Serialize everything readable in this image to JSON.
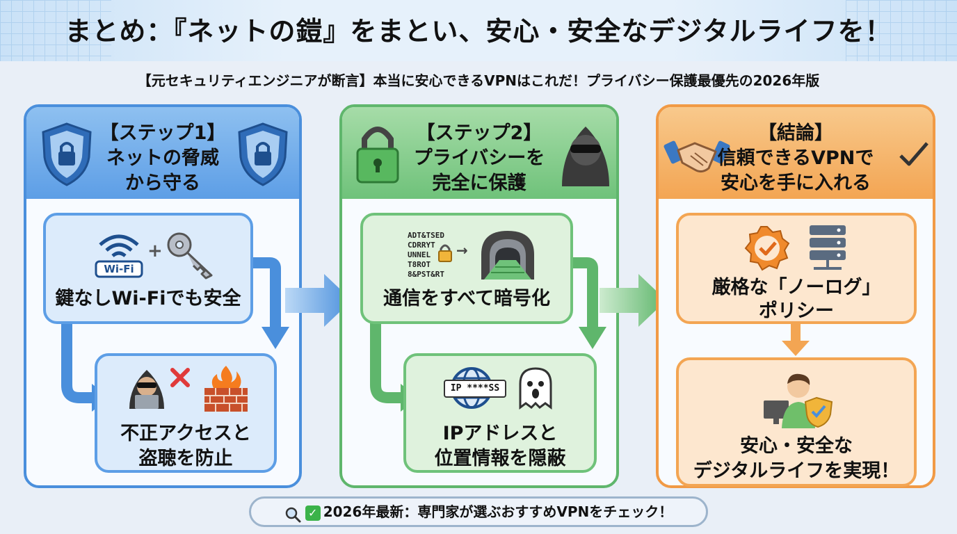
{
  "title": "まとめ：『ネットの鎧』をまとい、安心・安全なデジタルライフを！",
  "subtitle": "【元セキュリティエンジニアが断言】本当に安心できるVPNはこれだ！プライバシー保護最優先の2026年版",
  "steps": [
    {
      "heading_1": "【ステップ1】",
      "heading_2": "ネットの脅威",
      "heading_3": "から守る",
      "cards": [
        {
          "line_1": "鍵なしWi-Fiでも安全",
          "line_2": ""
        },
        {
          "line_1": "不正アクセスと",
          "line_2": "盗聴を防止"
        }
      ],
      "wifi_badge": "Wi-Fi"
    },
    {
      "heading_1": "【ステップ2】",
      "heading_2": "プライバシーを",
      "heading_3": "完全に保護",
      "cards": [
        {
          "line_1": "通信をすべて暗号化",
          "line_2": ""
        },
        {
          "line_1": "IPアドレスと",
          "line_2": "位置情報を隠蔽"
        }
      ],
      "cipher_lines": [
        "ADT&TSED",
        "CDRRYT",
        "UNNEL",
        "T8ROT",
        "8&PST&RT"
      ],
      "ip_badge": "IP ****SS"
    },
    {
      "heading_1": "【結論】",
      "heading_2": "信頼できるVPNで",
      "heading_3": "安心を手に入れる",
      "cards": [
        {
          "line_1": "厳格な「ノーログ」",
          "line_2": "ポリシー"
        },
        {
          "line_1": "安心・安全な",
          "line_2": "デジタルライフを実現！"
        }
      ]
    }
  ],
  "footer": {
    "text": "2026年最新：専門家が選ぶおすすめVPNをチェック！",
    "search_icon": "magnifier-icon",
    "check_icon": "checkmark-icon"
  },
  "colors": {
    "blue": "#4a8fdc",
    "green": "#5fb66c",
    "orange": "#f19a45"
  }
}
